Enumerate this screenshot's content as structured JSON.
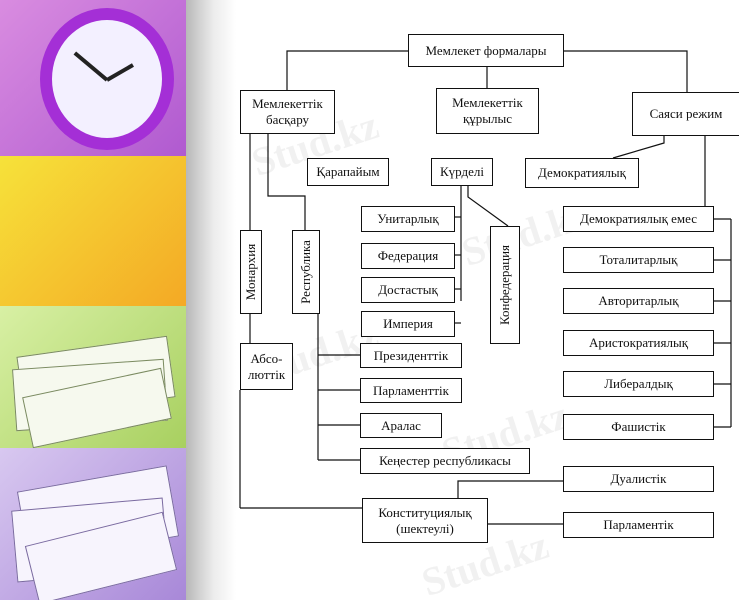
{
  "root": "Мемлекет формалары",
  "branches": {
    "governance": "Мемлекеттік\nбасқару",
    "structure": "Мемлекеттік\nқұрылыс",
    "regime": "Саяси режим"
  },
  "structure_types": {
    "simple": "Қарапайым",
    "complex": "Күрделі"
  },
  "governance_types": {
    "monarchy": "Монархия",
    "republic": "Республика",
    "absolute": "Абсо-\nлюттік",
    "constitutional": "Конституциялық\n(шектеулі)"
  },
  "republic_kinds": [
    "Президенттік",
    "Парламенттік",
    "Аралас",
    "Кеңестер республикасы"
  ],
  "monarchy_kinds": [
    "Дуалистік",
    "Парламентік"
  ],
  "complex_kinds": [
    "Унитарлық",
    "Федерация",
    "Достастық",
    "Империя"
  ],
  "confederation": "Конфедерация",
  "regime_kinds": {
    "democratic": "Демократиялық",
    "non_democratic": "Демократиялық емес",
    "non_democratic_kinds": [
      "Тоталитарлық",
      "Авторитарлық",
      "Аристократиялық",
      "Либералдық",
      "Фашистік"
    ]
  },
  "watermark": "Stud.kz"
}
